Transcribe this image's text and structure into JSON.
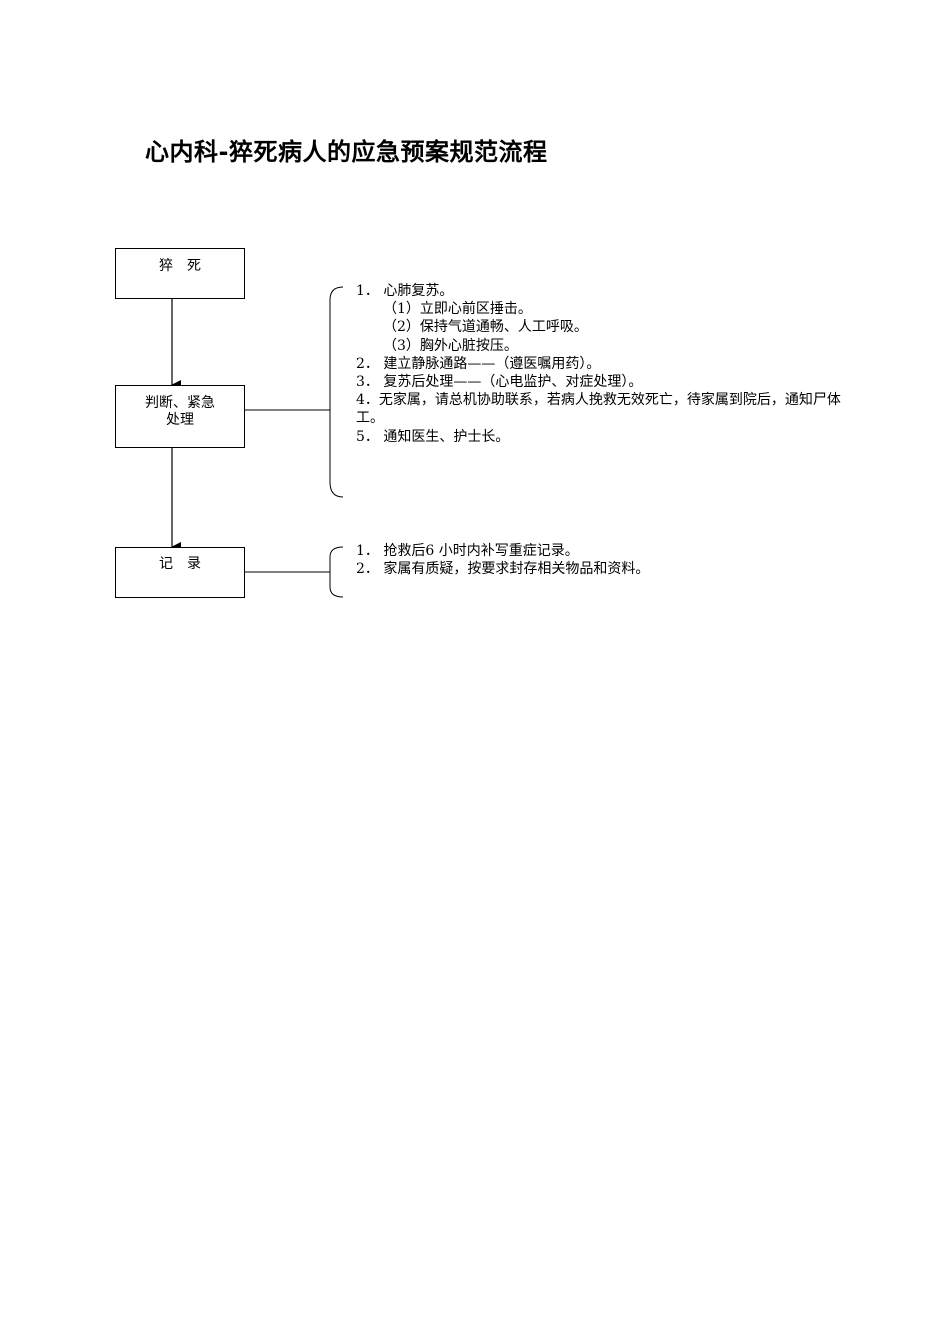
{
  "title": "心内科-猝死病人的应急预案规范流程",
  "boxes": {
    "death": "猝死",
    "judge_line1": "判断、紧急",
    "judge_line2": "处理",
    "record": "记录"
  },
  "steps_handle": [
    "1． 心肺复苏。",
    "（1）立即心前区捶击。",
    "（2）保持气道通畅、人工呼吸。",
    "（3）胸外心脏按压。",
    "2． 建立静脉通路——（遵医嘱用药）。",
    "3． 复苏后处理——（心电监护、对症处理）。",
    "4．无家属，请总机协助联系，若病人挽救无效死亡，待家属到院后，通知尸体工。",
    "5． 通知医生、护士长。"
  ],
  "steps_record": [
    "1． 抢救后6 小时内补写重症记录。",
    "2． 家属有质疑，按要求封存相关物品和资料。"
  ]
}
